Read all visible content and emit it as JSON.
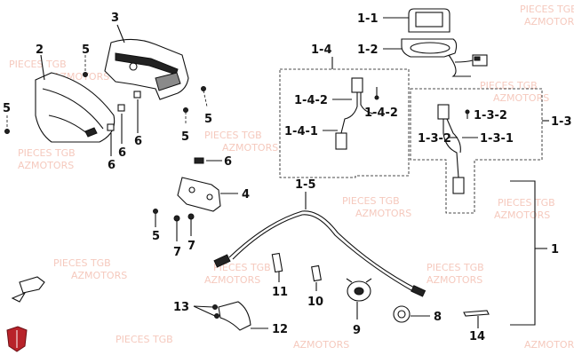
{
  "watermark": {
    "line1": "PIECES TGB",
    "line2": "AZMOTORS"
  },
  "callouts": {
    "c1": "1",
    "c1_1": "1-1",
    "c1_2": "1-2",
    "c1_3": "1-3",
    "c1_3_1": "1-3-1",
    "c1_3_2a": "1-3-2",
    "c1_3_2b": "1-3-2",
    "c1_4": "1-4",
    "c1_4_1": "1-4-1",
    "c1_4_2a": "1-4-2",
    "c1_4_2b": "1-4-2",
    "c1_5": "1-5",
    "c2": "2",
    "c3": "3",
    "c4": "4",
    "c5a": "5",
    "c5b": "5",
    "c5c": "5",
    "c5d": "5",
    "c5e": "5",
    "c6a": "6",
    "c6b": "6",
    "c6c": "6",
    "c6d": "6",
    "c7a": "7",
    "c7b": "7",
    "c8": "8",
    "c9": "9",
    "c10": "10",
    "c11": "11",
    "c12": "12",
    "c13": "13",
    "c14": "14"
  }
}
